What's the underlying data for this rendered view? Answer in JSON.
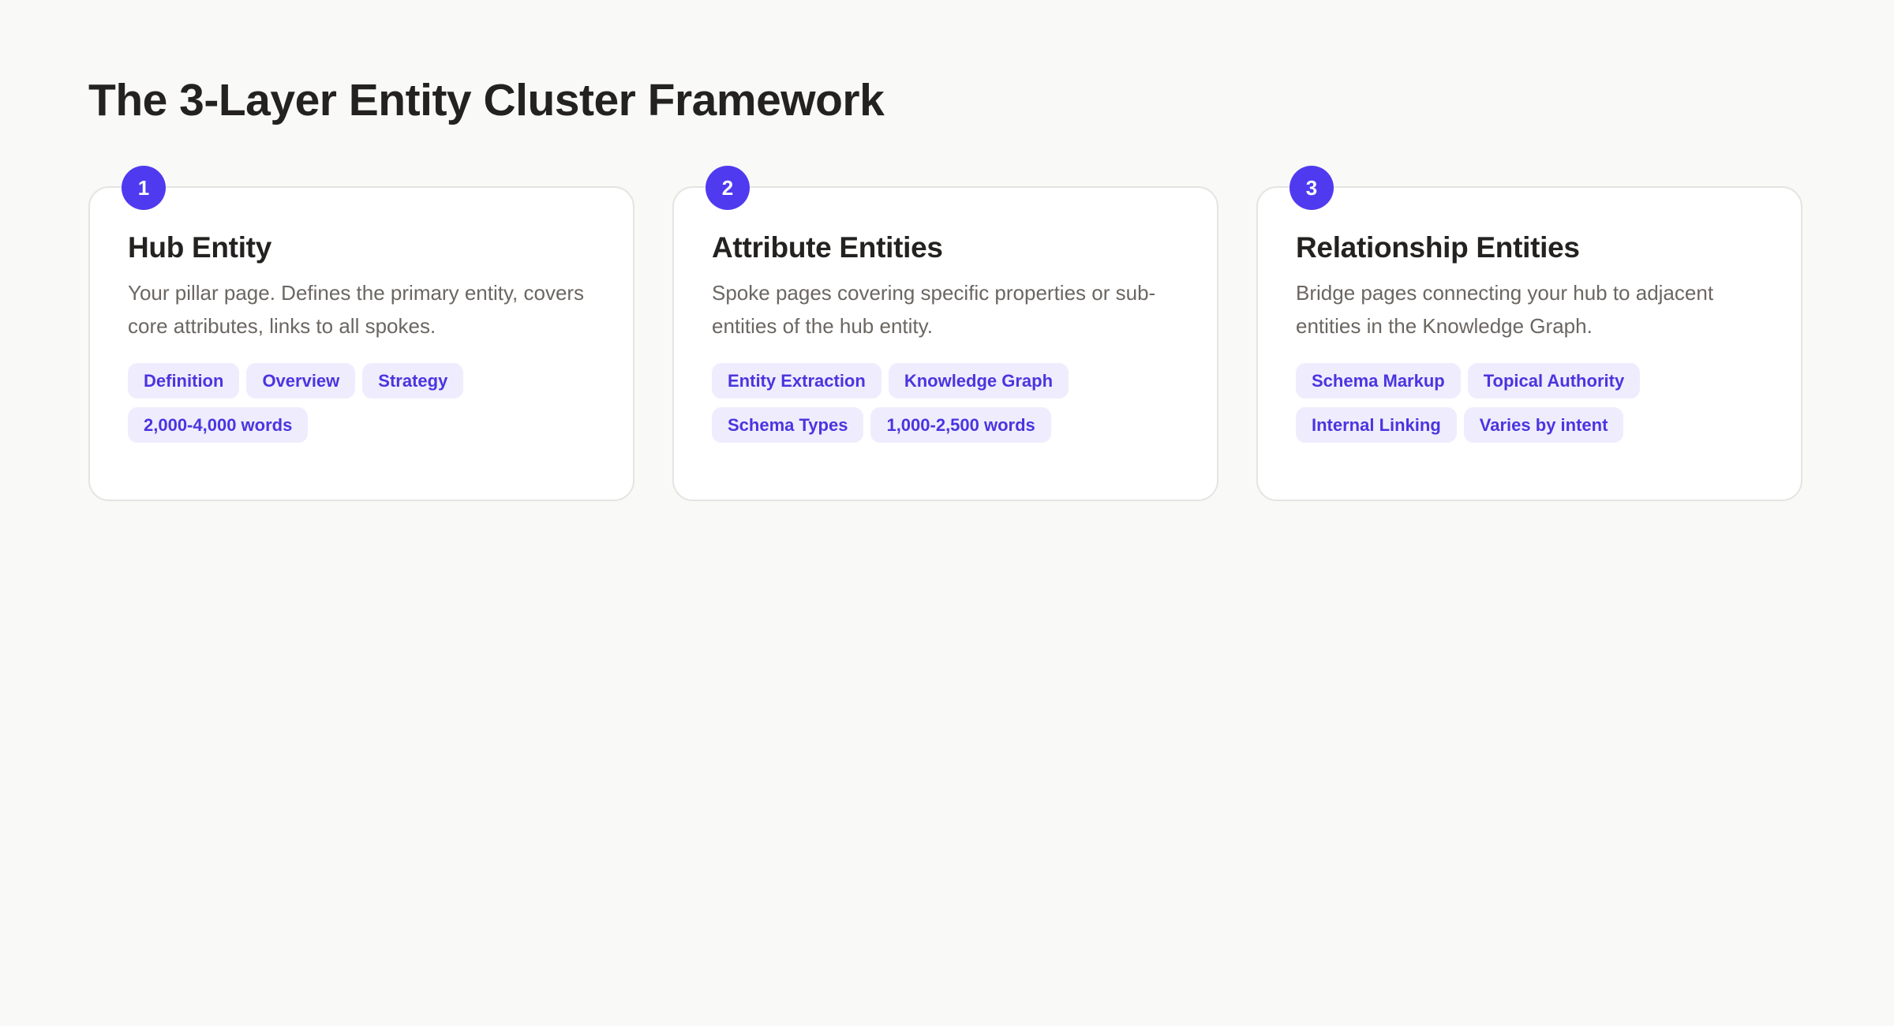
{
  "page": {
    "title": "The 3-Layer Entity Cluster Framework",
    "accent_color": "#4f3af0",
    "tag_bg_color": "#efedfd"
  },
  "cards": [
    {
      "number": "1",
      "title": "Hub Entity",
      "description": "Your pillar page. Defines the primary entity, covers core attributes, links to all spokes.",
      "tags": [
        "Definition",
        "Overview",
        "Strategy",
        "2,000-4,000 words"
      ]
    },
    {
      "number": "2",
      "title": "Attribute Entities",
      "description": "Spoke pages covering specific properties or sub-entities of the hub entity.",
      "tags": [
        "Entity Extraction",
        "Knowledge Graph",
        "Schema Types",
        "1,000-2,500 words"
      ]
    },
    {
      "number": "3",
      "title": "Relationship Entities",
      "description": "Bridge pages connecting your hub to adjacent entities in the Knowledge Graph.",
      "tags": [
        "Schema Markup",
        "Topical Authority",
        "Internal Linking",
        "Varies by intent"
      ]
    }
  ]
}
